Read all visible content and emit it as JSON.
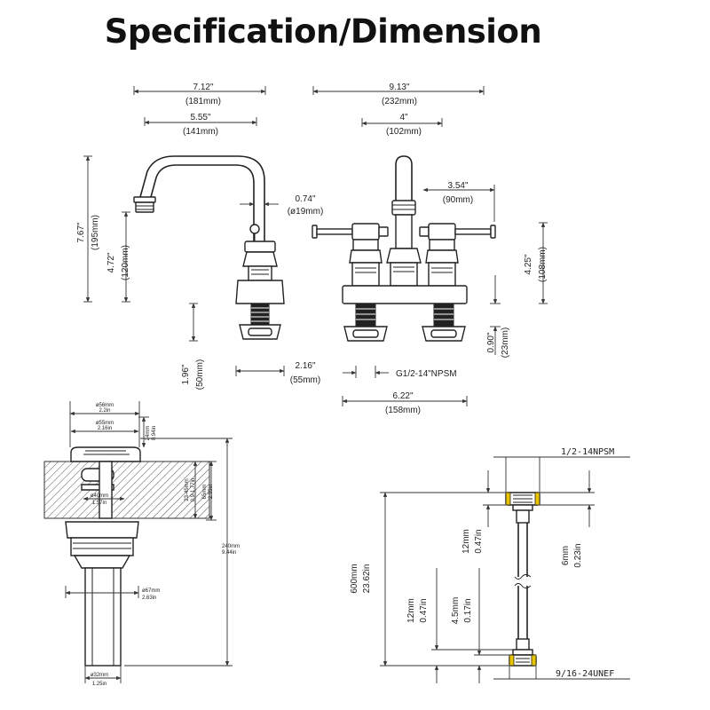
{
  "title": "Specification/Dimension",
  "faucet_side": {
    "overall_width": {
      "in": "7.12\"",
      "mm": "(181mm)"
    },
    "spout_reach": {
      "in": "5.55\"",
      "mm": "(141mm)"
    },
    "spout_diameter": {
      "in": "0.74\"",
      "mm": "(ø19mm)"
    },
    "overall_height": {
      "in": "7.67\"",
      "mm": "(195mm)"
    },
    "spout_height": {
      "in": "4.72\"",
      "mm": "(120mm)"
    },
    "shank_length": {
      "in": "1.96\"",
      "mm": "(50mm)"
    },
    "base_width": {
      "in": "2.16\"",
      "mm": "(55mm)"
    }
  },
  "faucet_front": {
    "overall_width": {
      "in": "9.13\"",
      "mm": "(232mm)"
    },
    "center_spacing": {
      "in": "4\"",
      "mm": "(102mm)"
    },
    "handle_length": {
      "in": "3.54\"",
      "mm": "(90mm)"
    },
    "handle_height": {
      "in": "4.25\"",
      "mm": "(108mm)"
    },
    "thread_length": {
      "in": "0.90\"",
      "mm": "(23mm)"
    },
    "thread_spec": "G1/2-14\"NPSM",
    "base_width": {
      "in": "6.22\"",
      "mm": "(158mm)"
    }
  },
  "drain": {
    "cap_diameter": {
      "mm": "ø56mm",
      "in": "2.2in"
    },
    "flange_diameter": {
      "mm": "ø55mm",
      "in": "2.16in"
    },
    "cap_height": {
      "mm": "24mm",
      "in": "0.94in"
    },
    "body_diameter": {
      "mm": "ø40mm",
      "in": "1.57in"
    },
    "counter_thickness": {
      "mm": "23-45mm",
      "in": "0.9-1.77in"
    },
    "thread_height": {
      "mm": "65mm",
      "in": "2.55in"
    },
    "total_length": {
      "mm": "240mm",
      "in": "9.44in"
    },
    "nut_diameter": {
      "mm": "ø67mm",
      "in": "2.63in"
    },
    "tail_diameter": {
      "mm": "ø32mm",
      "in": "1.25in"
    }
  },
  "hose": {
    "top_thread": "1/2-14NPSM",
    "bottom_thread": "9/16-24UNEF",
    "length": {
      "mm": "600mm",
      "in": "23.62in"
    },
    "top_nut": {
      "mm": "12mm",
      "in": "0.47in"
    },
    "inner_diameter": {
      "mm": "6mm",
      "in": "0.23in"
    },
    "bottom_nut": {
      "mm": "12mm",
      "in": "0.47in"
    },
    "bottom_inner": {
      "mm": "4.5mm",
      "in": "0.17in"
    }
  },
  "colors": {
    "line": "#222222",
    "hose_nut_accent": "#e8c400",
    "hatch": "#555555"
  }
}
